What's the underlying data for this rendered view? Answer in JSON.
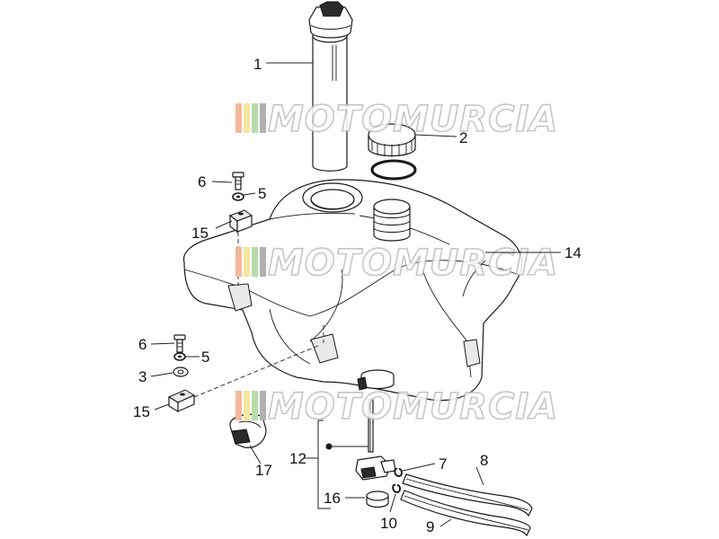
{
  "watermark": {
    "text": "MOTOMURCIA",
    "stripe_colors": [
      "#f2b8a0",
      "#f5e6a0",
      "#b8dca8",
      "#b0b0b0"
    ]
  },
  "callouts": {
    "c1": "1",
    "c2": "2",
    "c3": "3",
    "c5a": "5",
    "c5b": "5",
    "c6a": "6",
    "c6b": "6",
    "c7": "7",
    "c8": "8",
    "c9": "9",
    "c10": "10",
    "c12": "12",
    "c14": "14",
    "c15a": "15",
    "c15b": "15",
    "c16": "16",
    "c17": "17"
  }
}
